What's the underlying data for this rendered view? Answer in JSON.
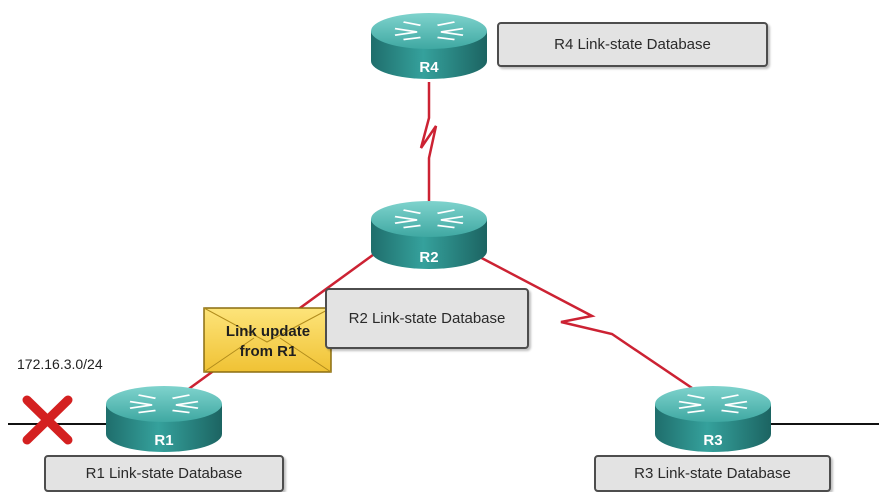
{
  "network_label": "172.16.3.0/24",
  "routers": [
    {
      "id": "r4",
      "name": "R4"
    },
    {
      "id": "r2",
      "name": "R2"
    },
    {
      "id": "r1",
      "name": "R1"
    },
    {
      "id": "r3",
      "name": "R3"
    }
  ],
  "databases": {
    "r4": "R4 Link-state Database",
    "r2": "R2 Link-state Database",
    "r1": "R1 Link-state Database",
    "r3": "R3 Link-state Database"
  },
  "update_packet": {
    "line1": "Link update",
    "line2": "from R1"
  },
  "link_down_icon": "x-mark-icon",
  "colors": {
    "router_body": "#2f8f8c",
    "router_top": "#5fc0bb",
    "link": "#cc2233",
    "link_down_mark": "#d42020",
    "envelope": "#f7d24a"
  }
}
